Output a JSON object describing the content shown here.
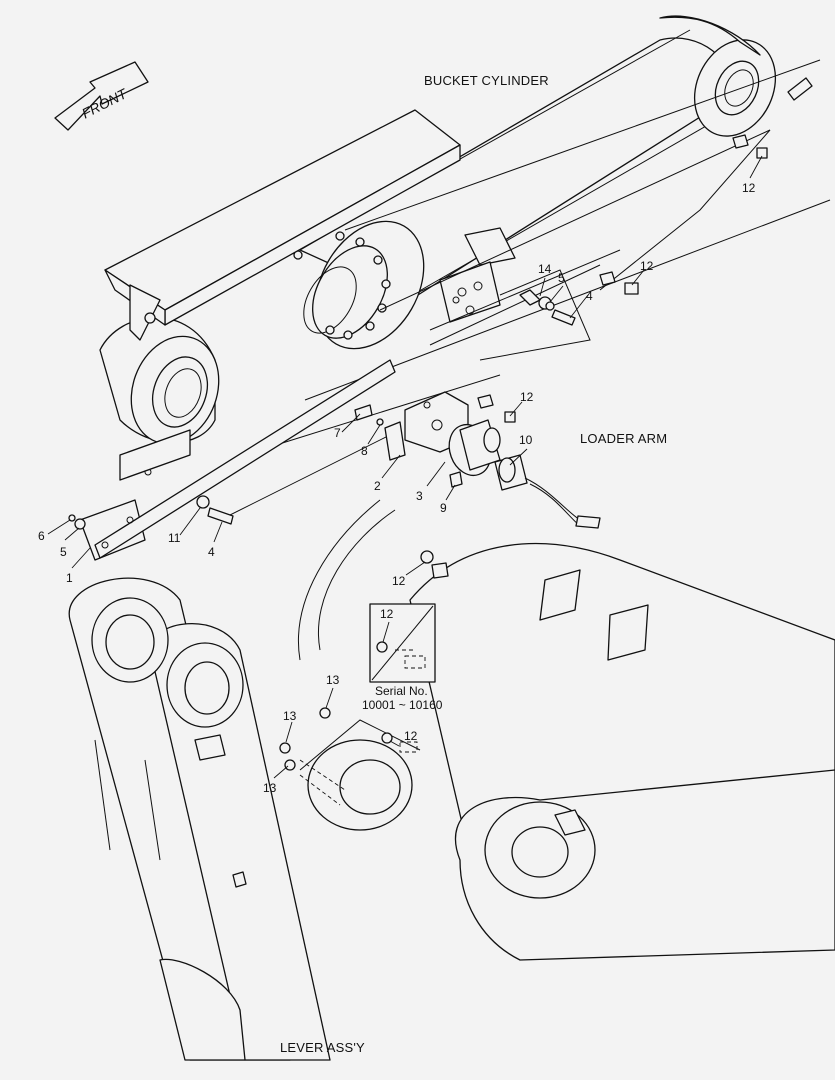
{
  "labels": {
    "bucket_cylinder": "BUCKET CYLINDER",
    "loader_arm": "LOADER ARM",
    "lever_assy": "LEVER ASS'Y",
    "front": "FRONT",
    "serial_title": "Serial No.",
    "serial_range": "10001 ~ 10160"
  },
  "callouts": {
    "c1": "1",
    "c2": "2",
    "c3": "3",
    "c4a": "4",
    "c4b": "4",
    "c5a": "5",
    "c5b": "5",
    "c6": "6",
    "c7": "7",
    "c8": "8",
    "c9": "9",
    "c10": "10",
    "c11": "11",
    "c12a": "12",
    "c12b": "12",
    "c12c": "12",
    "c12d": "12",
    "c12e": "12",
    "c12f": "12",
    "c13a": "13",
    "c13b": "13",
    "c13c": "13",
    "c14": "14"
  }
}
